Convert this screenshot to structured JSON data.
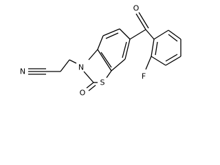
{
  "structure": {
    "atoms": {
      "nitrile_n": "N",
      "ring_n": "N",
      "ring_s": "S",
      "lactam_o": "O",
      "ketone_o": "O",
      "fluorine": "F"
    }
  },
  "colors": {
    "bond": "#000000",
    "label": "#000000",
    "background": "#ffffff"
  }
}
